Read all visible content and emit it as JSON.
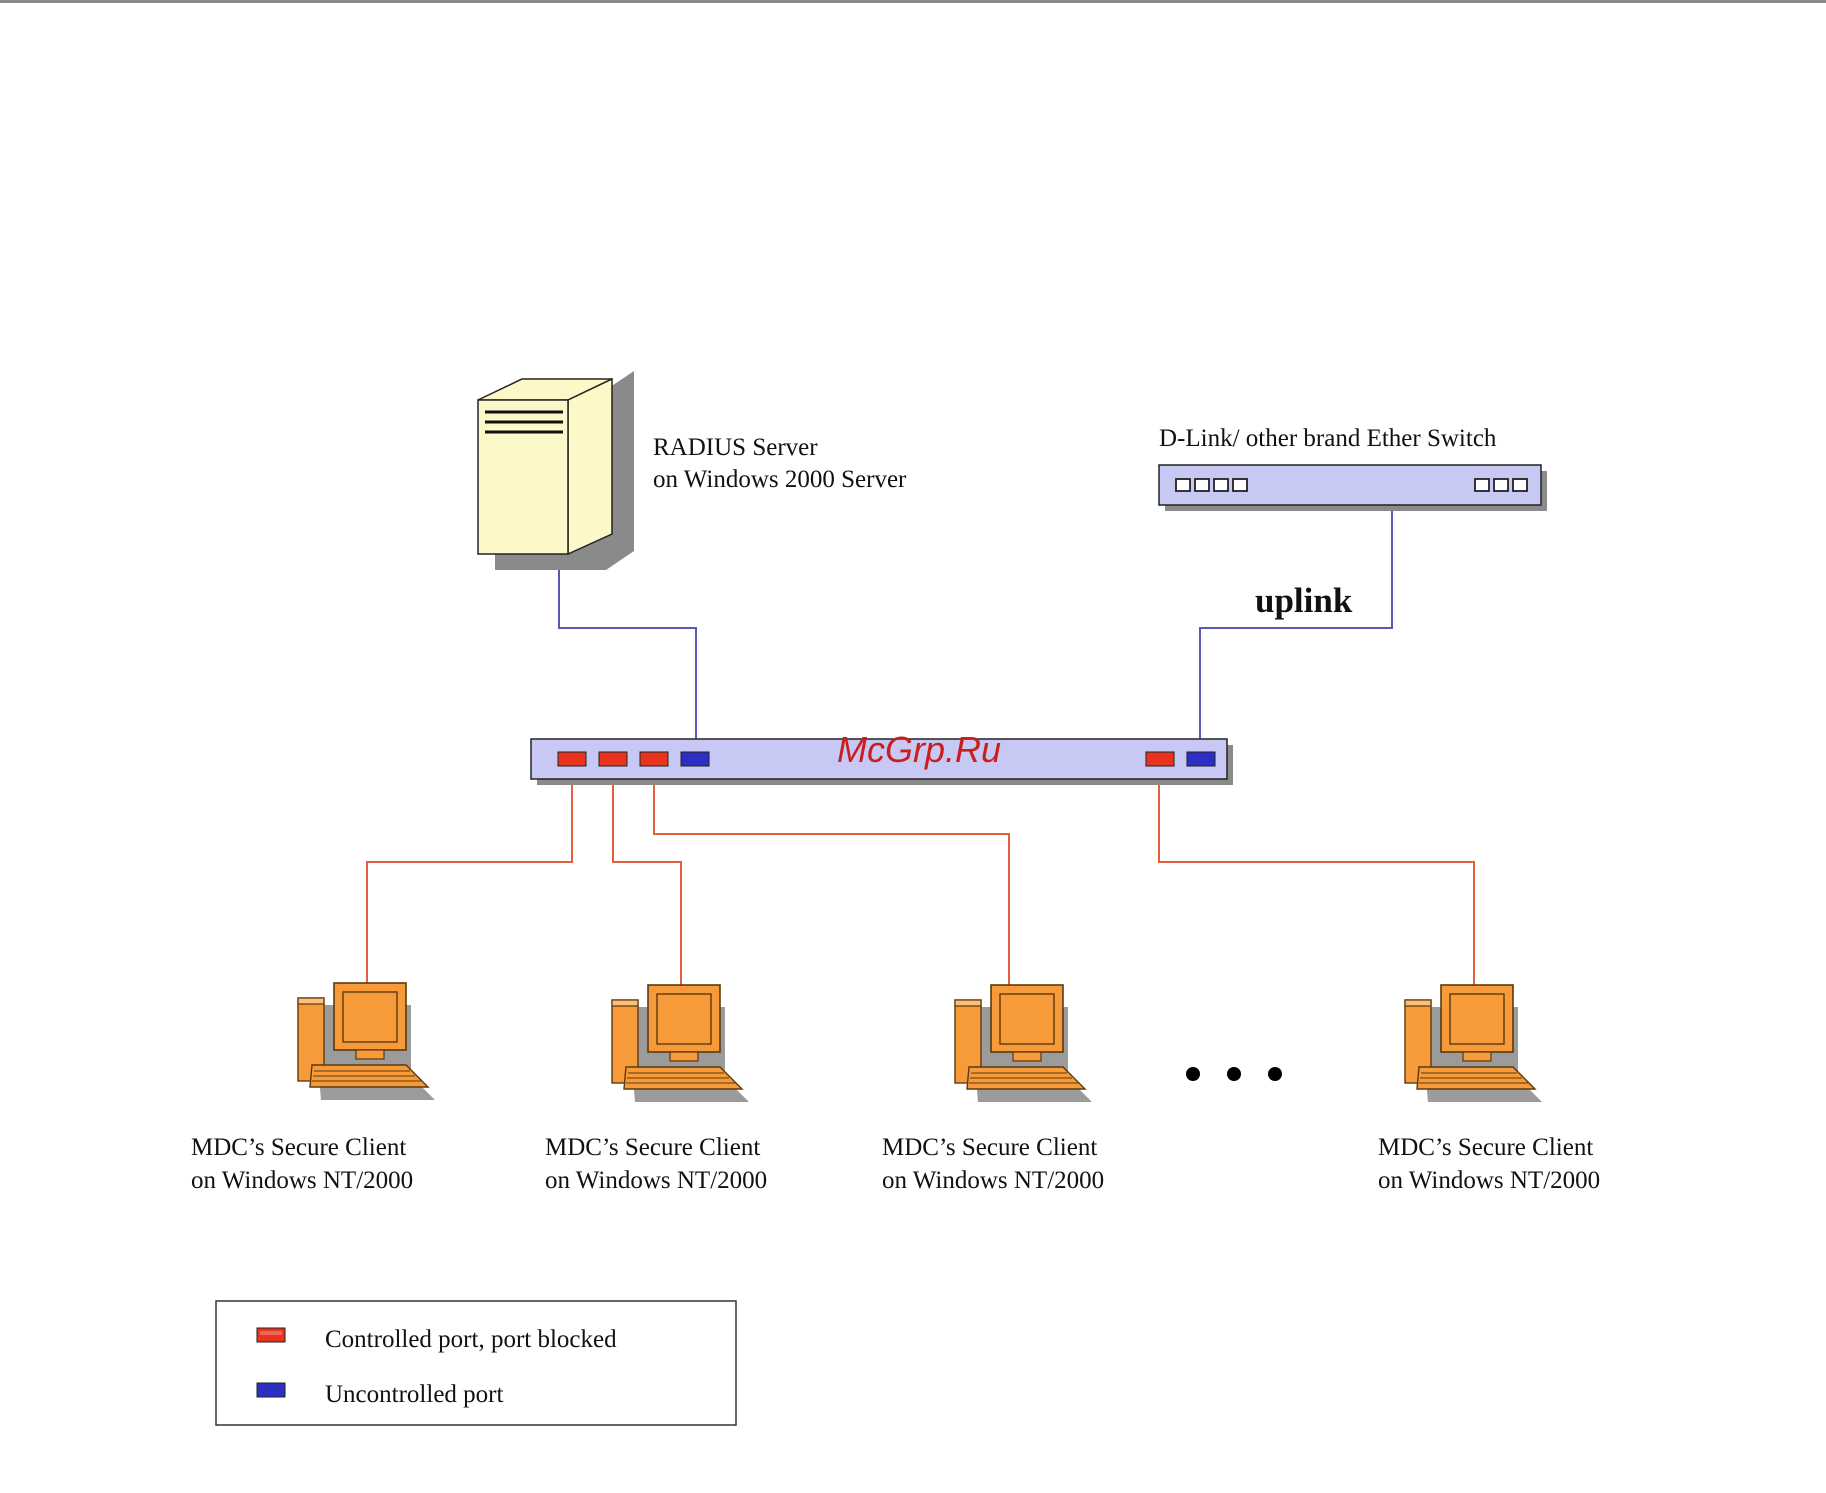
{
  "colors": {
    "controlled_port": "#e8341c",
    "uncontrolled_port": "#2b2fc4",
    "switch_fill": "#c7c8f4",
    "server_fill": "#fdf8c8",
    "client_fill": "#f79a3a",
    "blue_link": "#5a58b8",
    "red_link": "#e2603c",
    "watermark": "#cc1d1d"
  },
  "server": {
    "label_line1": "RADIUS Server",
    "label_line2": "on Windows 2000 Server",
    "icon": "server-tower-icon"
  },
  "ether_switch": {
    "label": "D-Link/ other brand Ether Switch",
    "icon": "network-switch-icon"
  },
  "uplink": {
    "label": "uplink"
  },
  "watermark": {
    "text": "McGrp.Ru"
  },
  "main_switch": {
    "ports": [
      "controlled",
      "controlled",
      "controlled",
      "uncontrolled",
      "controlled",
      "uncontrolled"
    ]
  },
  "clients": [
    {
      "line1": "MDC’s Secure Client",
      "line2": "on Windows NT/2000",
      "icon": "desktop-computer-icon"
    },
    {
      "line1": "MDC’s Secure Client",
      "line2": "on Windows NT/2000",
      "icon": "desktop-computer-icon"
    },
    {
      "line1": "MDC’s Secure Client",
      "line2": "on Windows NT/2000",
      "icon": "desktop-computer-icon"
    },
    {
      "line1": "MDC’s Secure Client",
      "line2": "on Windows NT/2000",
      "icon": "desktop-computer-icon"
    }
  ],
  "legend": {
    "items": [
      {
        "label": "Controlled port, port blocked",
        "kind": "controlled"
      },
      {
        "label": "Uncontrolled port",
        "kind": "uncontrolled"
      }
    ]
  }
}
